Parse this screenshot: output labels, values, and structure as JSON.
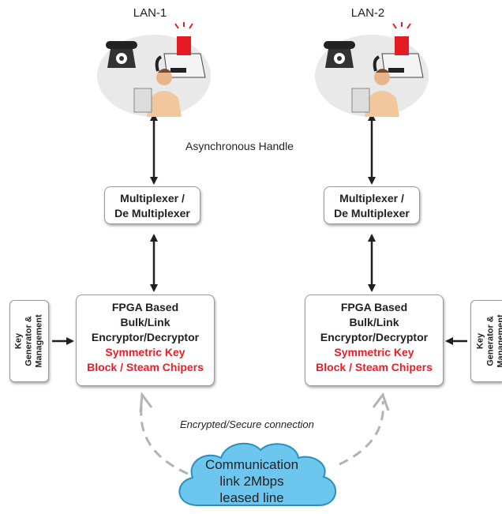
{
  "lans": [
    {
      "title": "LAN-1"
    },
    {
      "title": "LAN-2"
    }
  ],
  "async_label": "Asynchronous Handle",
  "mux": {
    "line1": "Multiplexer /",
    "line2": "De Multiplexer"
  },
  "fpga": {
    "line1": "FPGA Based",
    "line2": "Bulk/Link",
    "line3": "Encryptor/Decryptor",
    "red1": "Symmetric Key",
    "red2": "Block / Steam Chipers"
  },
  "key_box": {
    "line1": "Key",
    "line2": "Generator &",
    "line3": "Management"
  },
  "secure_label": "Encrypted/Secure connection",
  "cloud": {
    "line1": "Communication",
    "line2": "link 2Mbps",
    "line3": "leased line"
  },
  "colors": {
    "accent_red": "#ee1c25",
    "cloud_fill": "#6cc6ee",
    "arrow": "#231f20",
    "dashed": "#b3b3b3"
  },
  "icons": [
    "telephone-icon",
    "fax-machine-icon",
    "alarm-light-icon",
    "office-worker-icon"
  ]
}
